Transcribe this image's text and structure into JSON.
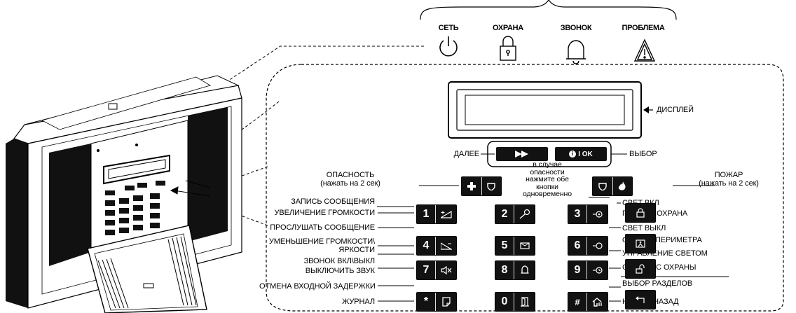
{
  "indicators": [
    {
      "label": "СЕТЬ",
      "icon": "power-icon"
    },
    {
      "label": "ОХРАНА",
      "icon": "lock-icon"
    },
    {
      "label": "ЗВОНОК",
      "icon": "bell-icon"
    },
    {
      "label": "ПРОБЛЕМА",
      "icon": "warning-icon"
    }
  ],
  "labels": {
    "display": "ДИСПЛЕЙ",
    "next": "ДАЛЕЕ",
    "select": "ВЫБОР",
    "ok_key": "I OK",
    "emergency_line1": "ОПАСНОСТЬ",
    "emergency_line2": "(нажать на 2 сек)",
    "fire_line1": "ПОЖАР",
    "fire_line2": "(нажать на 2 сек)",
    "panic_note": [
      "в случае",
      "опасности",
      "нажмите обе",
      "кнопки",
      "одновременно"
    ],
    "record_message": "ЗАПИСЬ СООБЩЕНИЯ",
    "volume_up": "УВЕЛИЧЕНИЕ ГРОМКОСТИ",
    "play_message": "ПРОСЛУШАТЬ СООБЩЕНИЕ",
    "volume_down_line1": "УМЕНЬШЕНИЕ ГРОМКОСТИ\\",
    "volume_down_line2": "ЯРКОСТИ",
    "chime_toggle": "ЗВОНОК ВКЛ\\ВЫКЛ",
    "mute": "ВЫКЛЮЧИТЬ ЗВУК",
    "cancel_exit_delay": "ОТМЕНА ВХОДНОЙ ЗАДЕРЖКИ",
    "log": "ЖУРНАЛ",
    "light_on": "СВЕТ ВКЛ",
    "full_arm": "ПОЛНАЯ ОХРАНА",
    "light_off": "СВЕТ ВЫКЛ",
    "perimeter_arm": "ОХРАНА ПЕРИМЕТРА",
    "light_control": "УПРАВЛЕНИЕ СВЕТОМ",
    "disarm": "СНЯТИЕ С ОХРАНЫ",
    "partition_select": "ВЫБОР РАЗДЕЛОВ",
    "step_back": "НА ШАГ НАЗАД"
  },
  "keys": {
    "k1": "1",
    "k2": "2",
    "k3": "3",
    "k4": "4",
    "k5": "5",
    "k6": "6",
    "k7": "7",
    "k8": "8",
    "k9": "9",
    "kstar": "*",
    "k0": "0",
    "khash": "#"
  }
}
